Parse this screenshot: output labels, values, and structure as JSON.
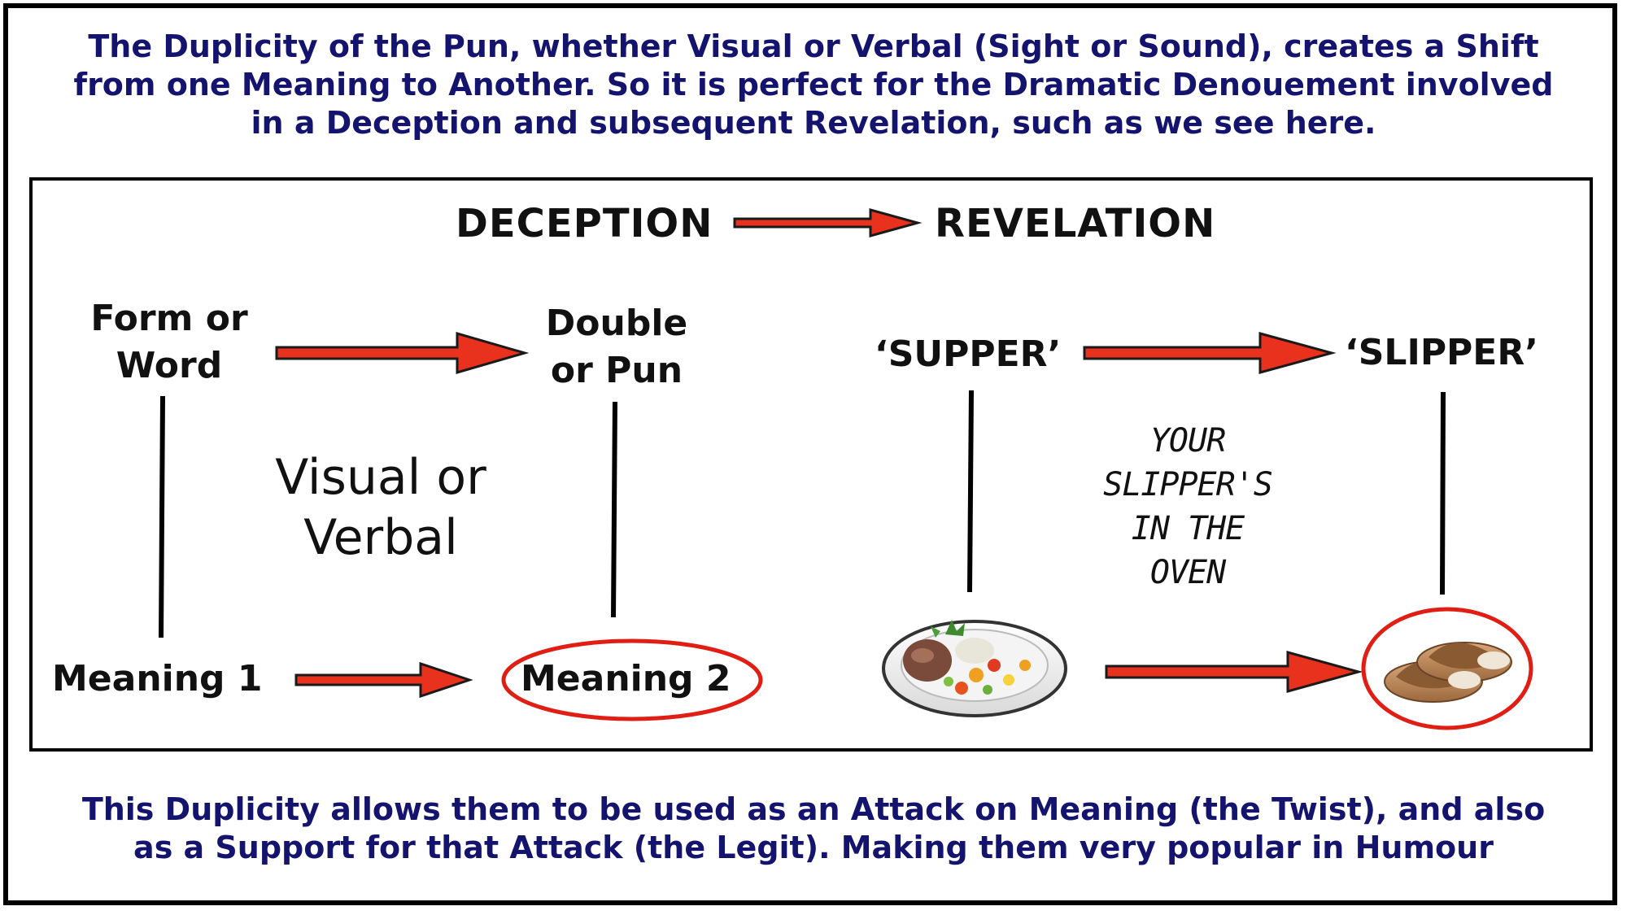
{
  "header": {
    "line1": "The Duplicity of the Pun, whether Visual or Verbal (Sight or Sound), creates a Shift",
    "line2": "from one Meaning to Another. So it is perfect for the Dramatic Denouement involved",
    "line3": "in a Deception and subsequent Revelation, such as we see here."
  },
  "diagram": {
    "deception": "DECEPTION",
    "revelation": "REVELATION",
    "form_line1": "Form or",
    "form_line2": "Word",
    "double_line1": "Double",
    "double_line2": "or Pun",
    "visual_line1": "Visual or",
    "visual_line2": "Verbal",
    "meaning1": "Meaning 1",
    "meaning2": "Meaning 2",
    "supper": "‘SUPPER’",
    "slipper": "‘SLIPPER’",
    "note_line1": "YOUR",
    "note_line2": "SLIPPER'S",
    "note_line3": "IN THE",
    "note_line4": "OVEN"
  },
  "footer": {
    "line1": "This Duplicity allows them to be used as an Attack on Meaning (the Twist), and also",
    "line2": "as a Support for that Attack (the Legit). Making them very popular in Humour"
  },
  "colors": {
    "header_text": "#14146e",
    "arrow_fill": "#e8321e",
    "ellipse": "#e01e14"
  },
  "icons": {
    "supper": "dinner-plate-icon",
    "slipper": "slippers-icon"
  }
}
